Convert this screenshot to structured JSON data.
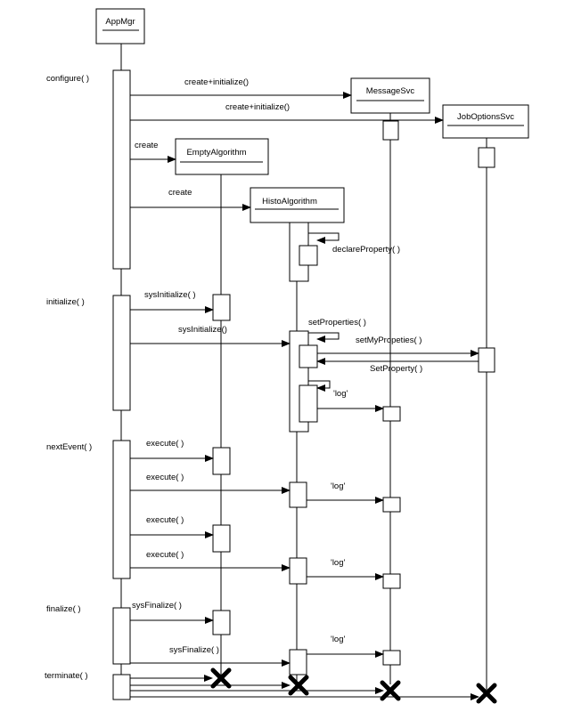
{
  "objects": {
    "appmgr": "AppMgr",
    "messagesvc": "MessageSvc",
    "joboptionssvc": "JobOptionsSvc",
    "emptyalgorithm": "EmptyAlgorithm",
    "histoalgorithm": "HistoAlgorithm"
  },
  "phases": {
    "configure": "configure( )",
    "initialize": "initialize( )",
    "nextevent": "nextEvent( )",
    "finalize": "finalize( )",
    "terminate": "terminate( )"
  },
  "messages": {
    "create_init_1": "create+initialize()",
    "create_init_2": "create+initialize()",
    "create_1": "create",
    "create_2": "create",
    "declare_property": "declareProperty( )",
    "sysinit_1": "sysInitialize( )",
    "sysinit_2": "sysInitialize()",
    "set_properties": "setProperties( )",
    "set_my_properties": "setMyPropeties( )",
    "set_property": "SetProperty( )",
    "log_1": "'log'",
    "execute_1": "execute( )",
    "execute_2": "execute( )",
    "log_2": "'log'",
    "execute_3": "execute( )",
    "execute_4": "execute( )",
    "log_3": "'log'",
    "sysfinalize_1": "sysFinalize( )",
    "sysfinalize_2": "sysFinalize( )",
    "log_4": "'log'"
  }
}
